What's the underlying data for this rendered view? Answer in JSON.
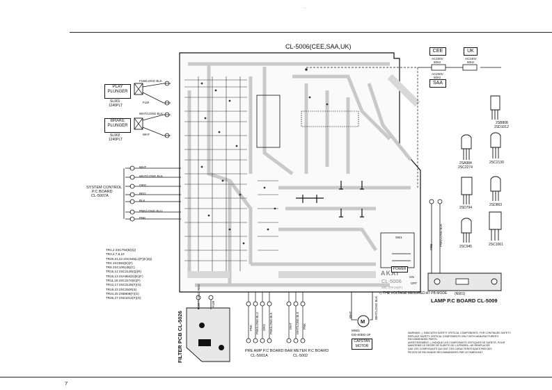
{
  "page": {
    "number": "7",
    "stray_mark": "·"
  },
  "main_board": {
    "title": "CL-5006(CEE,SAA,UK)",
    "brand": "AKAI",
    "brand_board": "CL-5006",
    "fine_print": "20C 270 (S)(F)"
  },
  "region_tags": {
    "cee": "CEE",
    "uk": "UK",
    "saa": "SAA",
    "cee_spec1": "AC220V",
    "cee_spec2": "50Hz",
    "uk_spec1": "AC240V",
    "uk_spec2": "50Hz",
    "saa_spec1": "AC240V",
    "saa_spec2": "50Hz"
  },
  "plungers": {
    "play_label_1": "PLAY",
    "play_label_2": "PLUNGER",
    "play_part_1": "SL901",
    "play_part_2": "1240PLT",
    "play_wire_1": "FLW/LONG BLK",
    "play_wire_2": "FLW",
    "brake_label_1": "BRAKE",
    "brake_label_2": "PLUNGER",
    "brake_part_1": "SL902",
    "brake_part_2": "1240PLT",
    "brake_wire_1": "WHT/LONG BLK",
    "brake_wire_2": "WHT"
  },
  "system_control": {
    "line1": "SYSTEM CONTROL",
    "line2": "P.C BOARD",
    "line3": "CL-5007A",
    "wires": [
      "WHT",
      "WHT/LONG BLK",
      "ORG",
      "RED",
      "BLK",
      "PNK/LONG BLU",
      "PNK"
    ]
  },
  "transistor_list": [
    "TR1,2  2SC794(B)(Q)",
    "TR3,4,7,9,10",
    "TR20,21,22   2SC945(L)(P)(K)(Q)",
    "TR4    2SC863(E)(F)",
    "TR6    2SC1061(B)(C)",
    "TR15,14   2SC2130(Q)(R)",
    "TR15,13   2SA984(D)(E)(F)",
    "TR11,16   2SC2274(E)(F)",
    "TR12,17   2SC2130(F)(G)",
    "TR18,23   2SC2500(S)",
    "TR24,25   2SB808(F)(G)",
    "TR26,27   2SD1012(F)(G)"
  ],
  "component_labels": [
    "2SB808",
    "2SD1012",
    "2SA984",
    "2SC2274",
    "2SC2130",
    "2SD794",
    "2SD863",
    "2SC945",
    "2SC1061"
  ],
  "lamp_board": {
    "title": "LAMP P.C BOARD CL-5009",
    "lamp": "(N901)",
    "wires": [
      "PRE",
      "PNK/LONG BLK"
    ]
  },
  "power": {
    "label": "POWER",
    "on": "ON",
    "off": "OFF",
    "switch": "SW1"
  },
  "voltage_note": "◇ THE VOLTAGE MESURED AT PB MODE",
  "motor": {
    "symbol": "M",
    "part_1": "M901",
    "part_2": "DD-50ED-2F",
    "label_1": "CAPSTAN",
    "label_2": "MOTOR",
    "wires": [
      "WHT",
      "WHT/LONG BLK"
    ]
  },
  "filter_pcb": {
    "title": "FILTER PCB CL-5026",
    "wires": [
      "FLW / LONG RED",
      "FLW"
    ]
  },
  "pre_amp": {
    "line1": "PRE AMP P.C BOARD",
    "line2": "CL-5001A",
    "wires": [
      "PNK",
      "PNK/LONG BLU",
      "ORG",
      "PNK/LONG BLK"
    ]
  },
  "bar_meter": {
    "line1": "BAR METER P.C BOARD",
    "line2": "CL-5002",
    "wires": [
      "WHT",
      "WHT/LONG BLK",
      "PNK"
    ]
  },
  "warnings": [
    "WARNING: △ INDICATES SAFETY CRITICAL COMPONENTS. FOR CONTINUED SAFETY,",
    "REPLACE SAFETY CRITICAL COMPONENTS ONLY WITH MANUFACTURER'S",
    "RECOMMENDED PARTS.",
    "AVERTISSEMENT: △ INDIQUE LES COMPOSANTS CRITIQUES DE SURETE. POUR",
    "MAINTENIR LE DEGRE DE SURETE DE L'APPAREIL, NE REMPLACER",
    "QUE LES COMPOSANTS QUI ONT CES CARACTERISTIQUES PAR DES",
    "PIECES DE RECHANGE RECOMMANDEES PAR LE FABRICANT."
  ],
  "colors": {
    "trace": "#c9c9c9",
    "ink": "#111111",
    "paper": "#ffffff"
  }
}
